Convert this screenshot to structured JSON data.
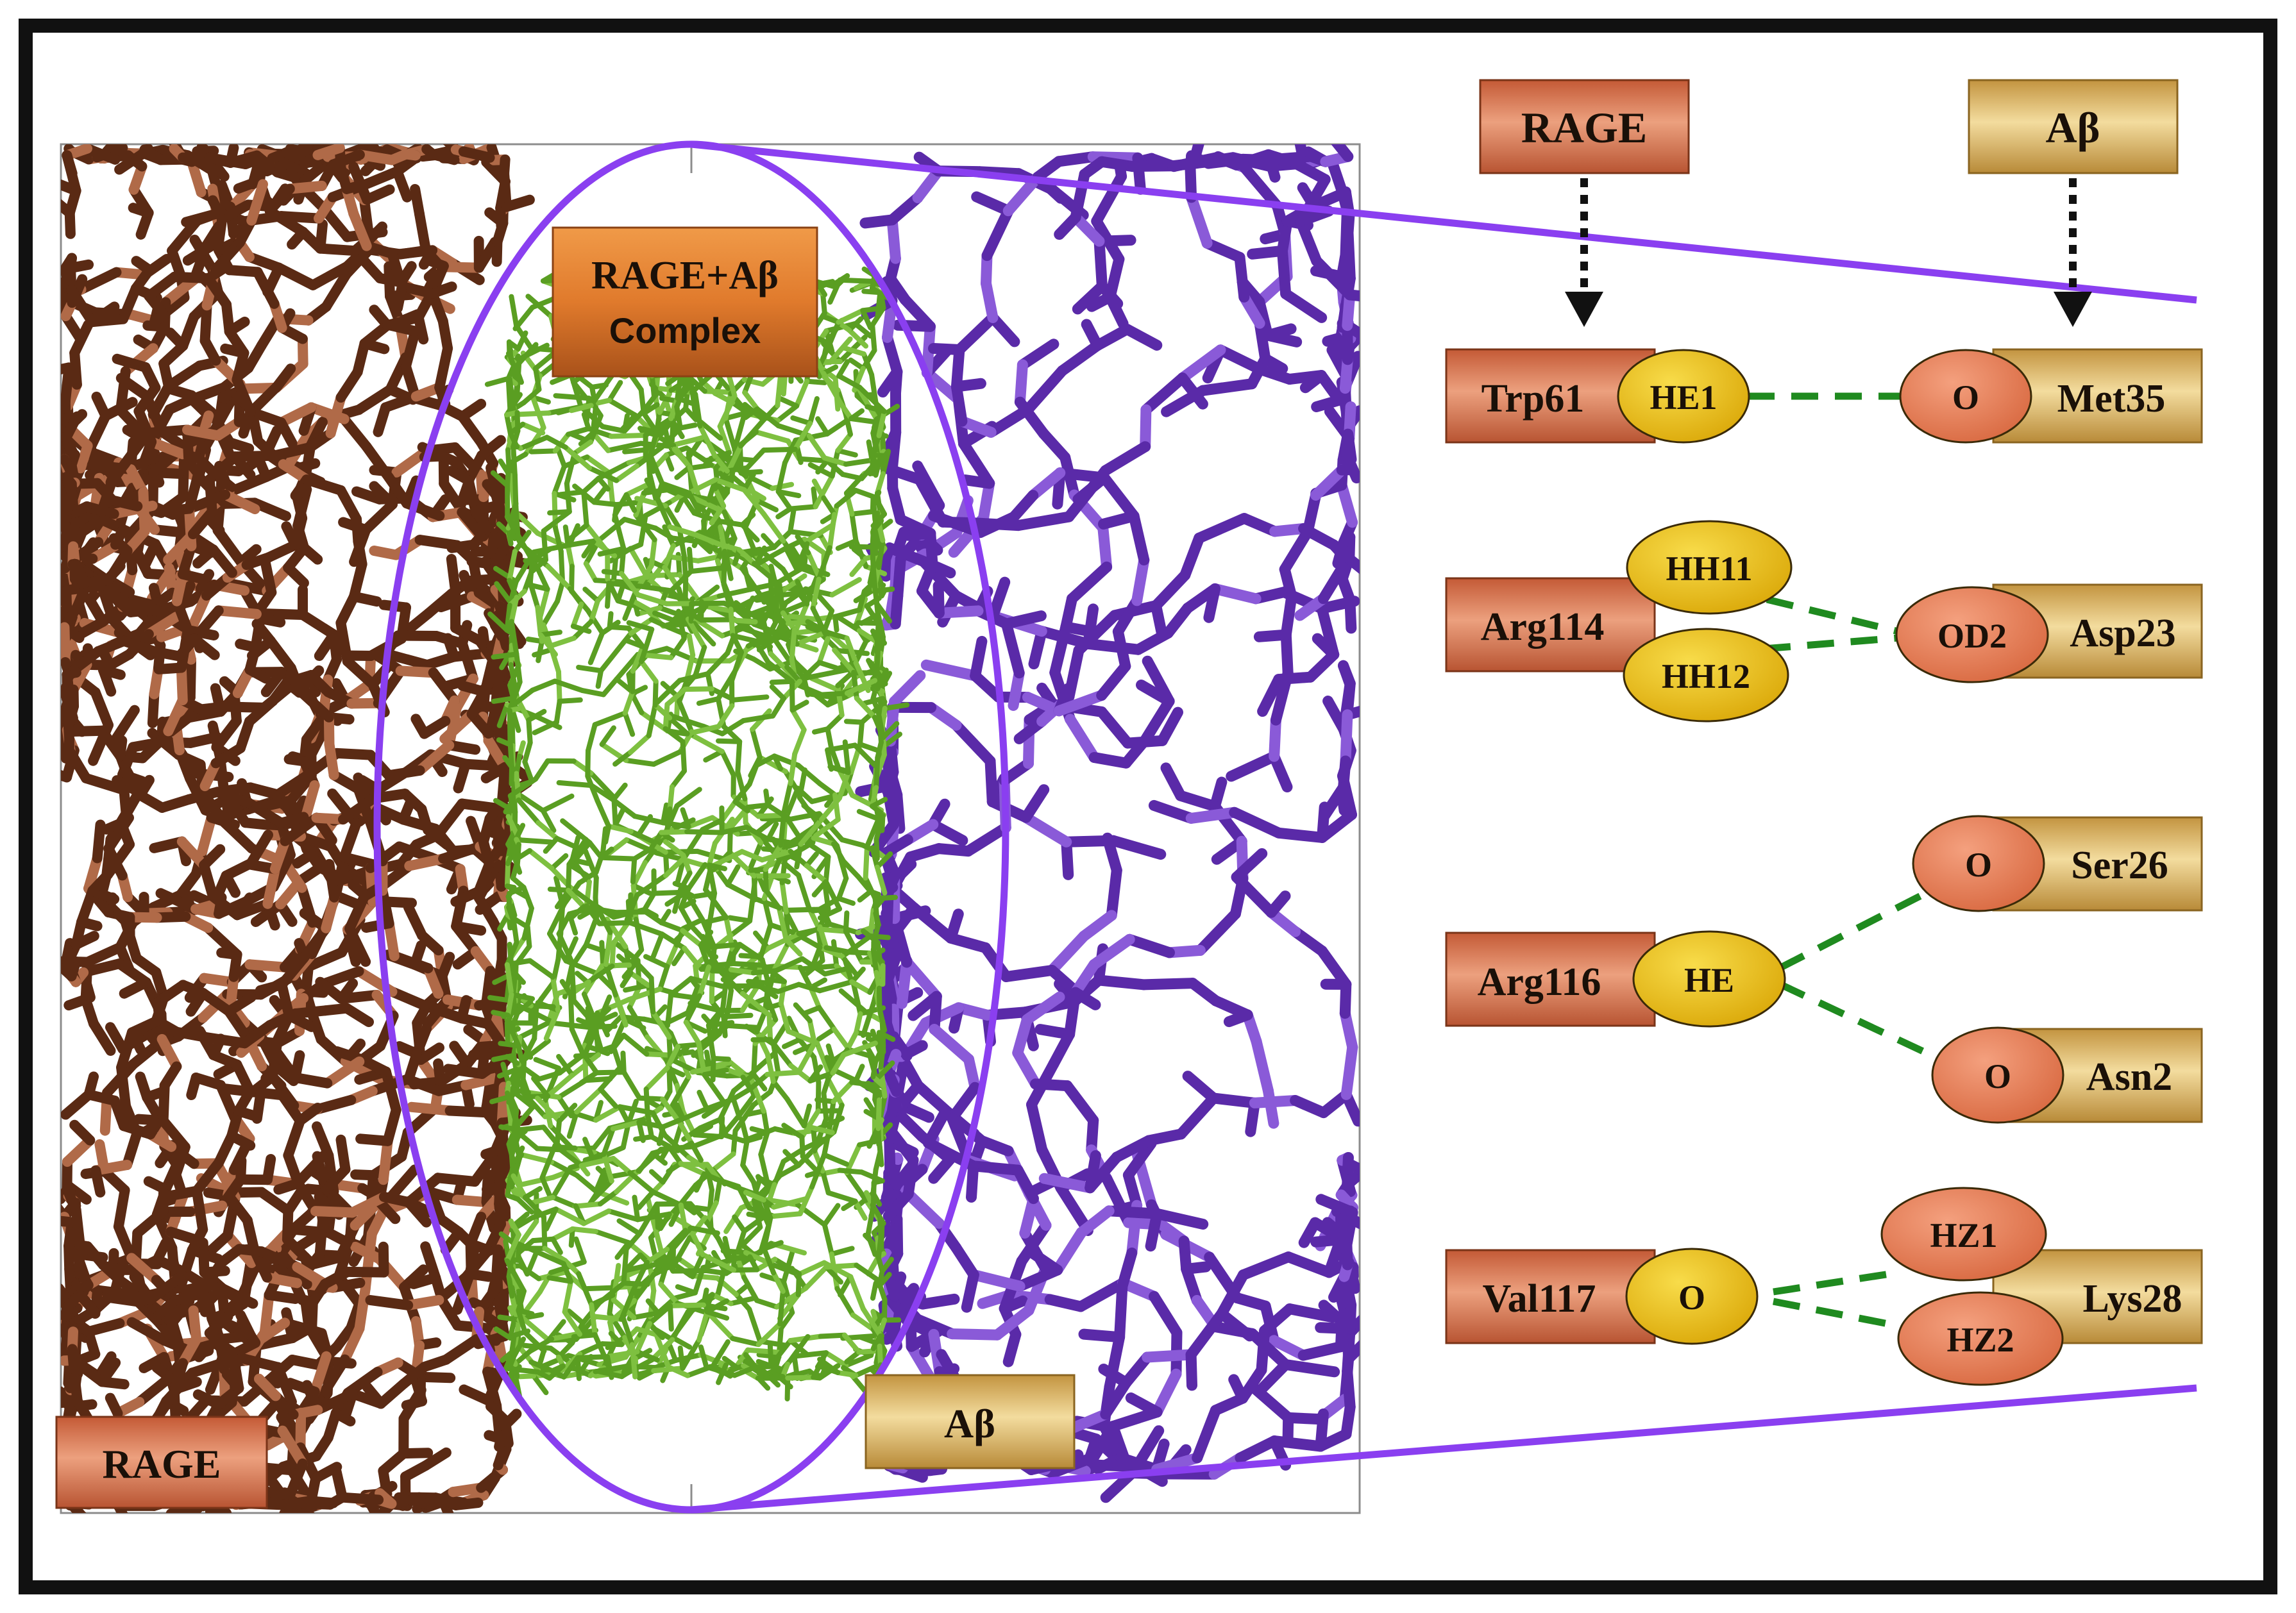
{
  "colors": {
    "frame": "#111111",
    "zoom_purple": "#8a3ff0",
    "rage_brown": "#5a2a14",
    "rage_light": "#b06a48",
    "complex_green": "#5a9e22",
    "abeta_purple": "#5a2aa8",
    "abeta_light": "#8a5ad8",
    "rage_box_top": "#c9653f",
    "rage_box_mid": "#e89a78",
    "abeta_box_top": "#c9a04a",
    "abeta_box_mid": "#f0d89a",
    "complex_box_top": "#e08a3a",
    "complex_box_bottom": "#b35a1a",
    "rage_atom_fill": "#f2c414",
    "abeta_atom_fill": "#e8825e",
    "bond_green": "#1f8a1f"
  },
  "structure_labels": {
    "rage": "RAGE",
    "abeta": "Aβ",
    "complex_line1": "RAGE+Aβ",
    "complex_line2": "Complex"
  },
  "headers": {
    "rage": "RAGE",
    "abeta": "Aβ"
  },
  "interactions": [
    {
      "rage_residue": "Trp61",
      "rage_atoms": [
        "HE1"
      ],
      "abeta_residue": "Met35",
      "abeta_atoms": [
        "O"
      ]
    },
    {
      "rage_residue": "Arg114",
      "rage_atoms": [
        "HH11",
        "HH12"
      ],
      "abeta_residue": "Asp23",
      "abeta_atoms": [
        "OD2"
      ]
    },
    {
      "rage_residue": "Arg116",
      "rage_atoms": [
        "HE"
      ],
      "abeta_partners": [
        {
          "residue": "Ser26",
          "atom": "O"
        },
        {
          "residue": "Asn2",
          "atom": "O"
        }
      ]
    },
    {
      "rage_residue": "Val117",
      "rage_atoms": [
        "O"
      ],
      "abeta_residue": "Lys28",
      "abeta_atoms": [
        "HZ1",
        "HZ2"
      ]
    }
  ]
}
